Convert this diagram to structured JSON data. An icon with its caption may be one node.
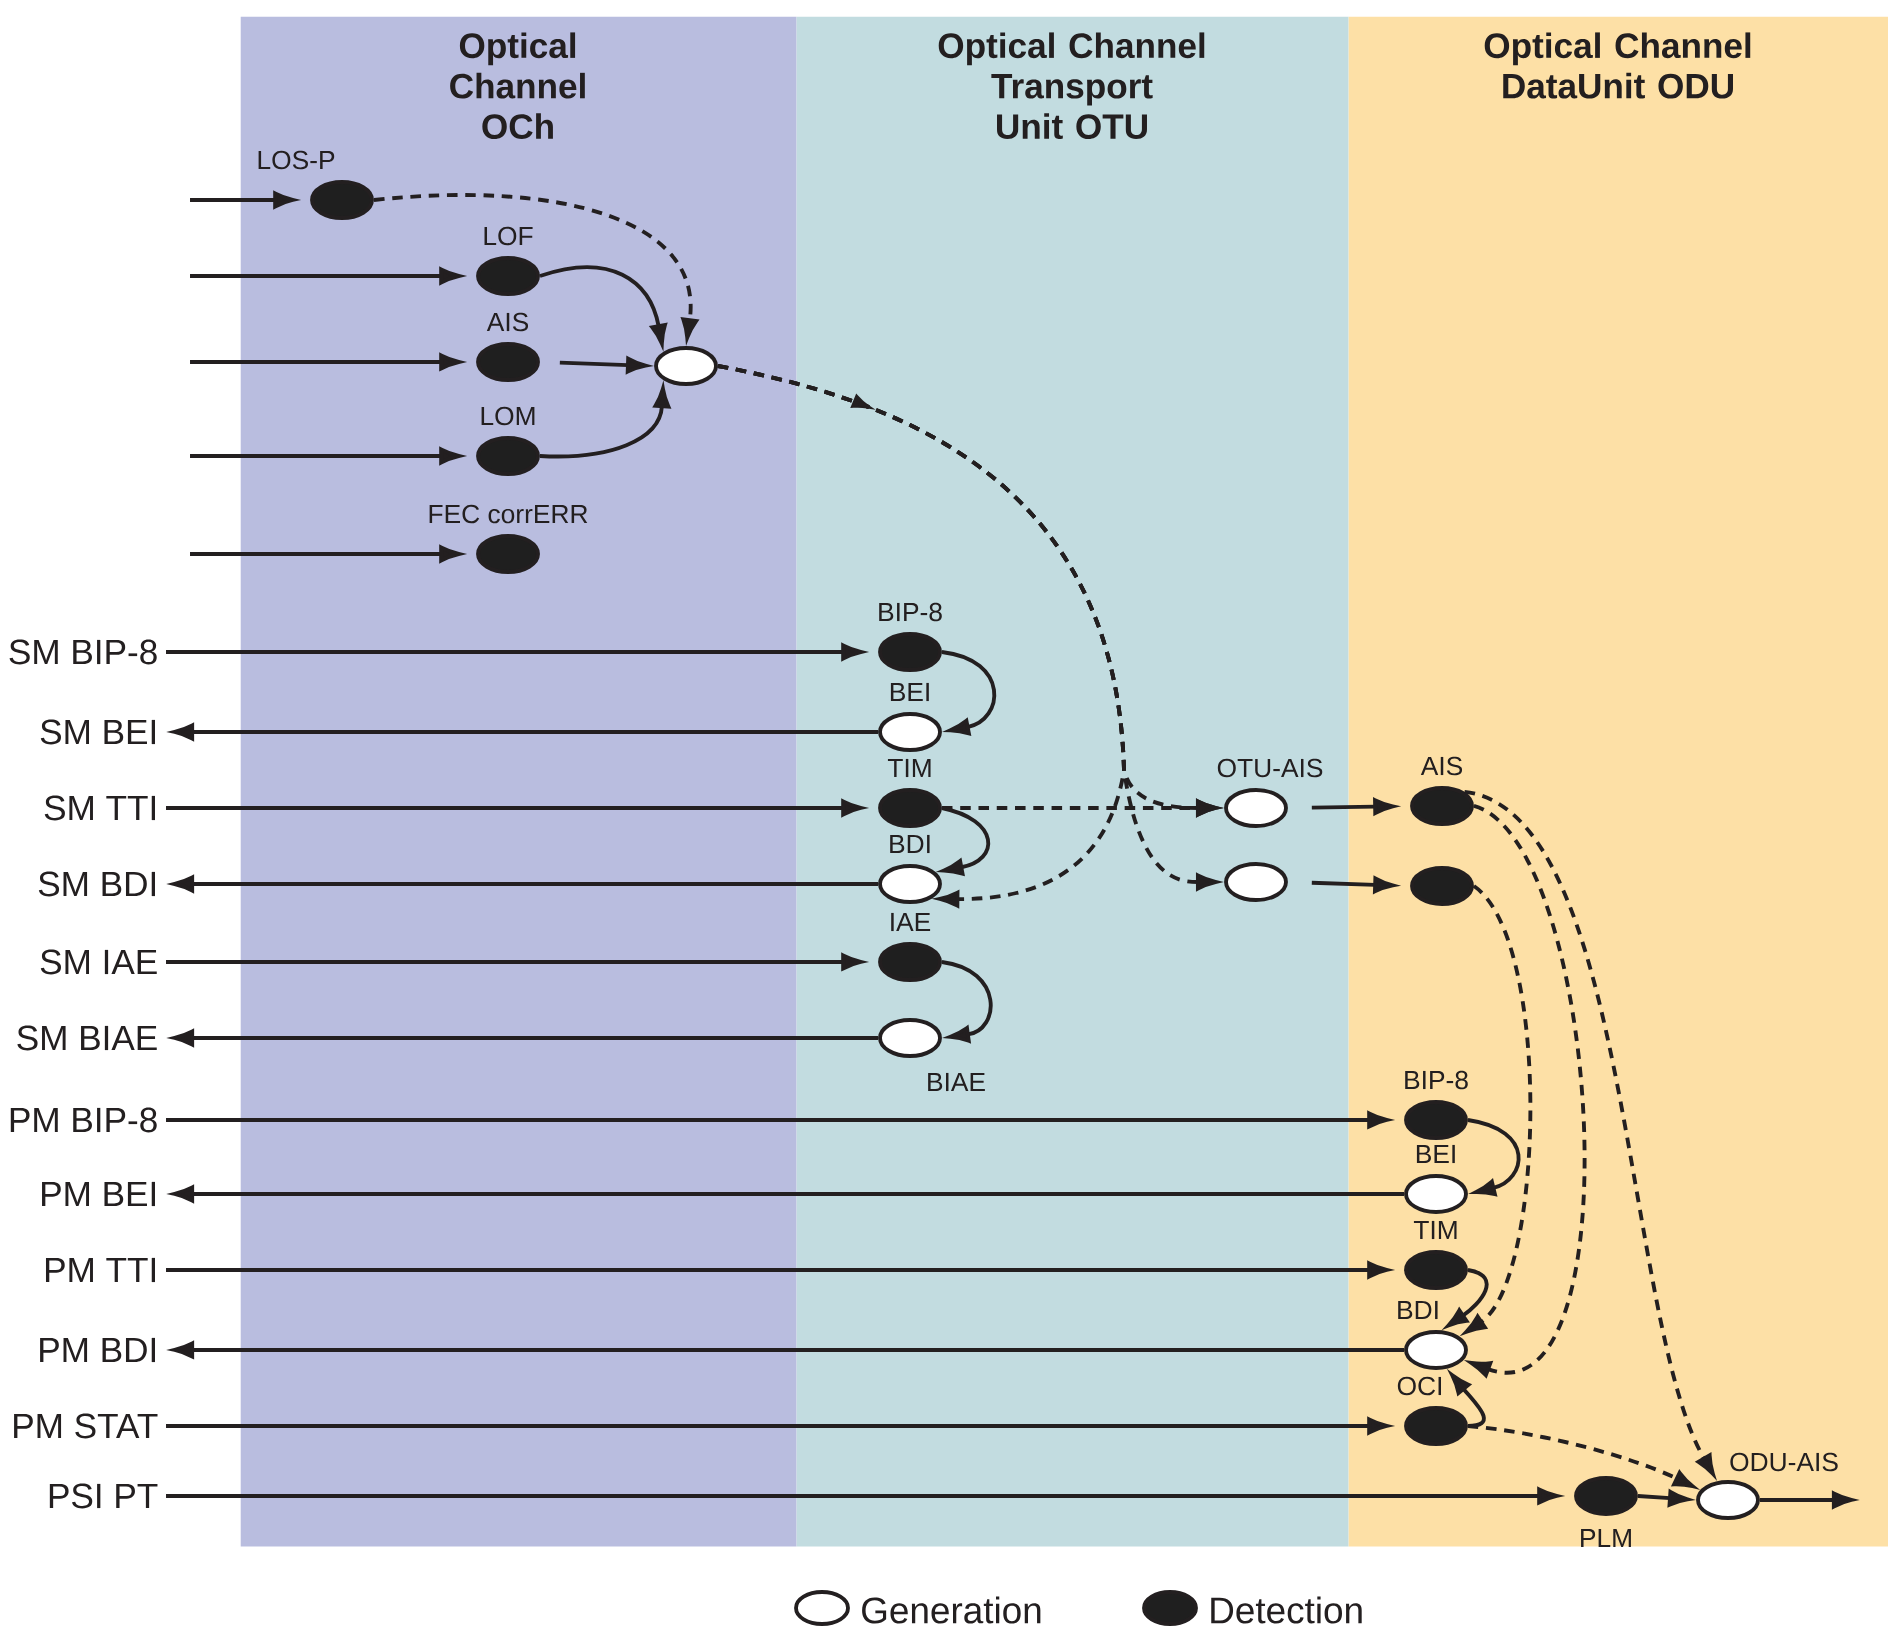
{
  "diagram": {
    "nodes": [
      {
        "text": [
          "Optical Channel OCh"
        ]
      },
      {
        "text": [
          "Optical Channel Transport Unit OTU"
        ]
      },
      {
        "text": [
          "Optical Channel DataUnit ODU"
        ]
      },
      {
        "text": [],
        "shape": "dot",
        "beside": [
          "LOS-P"
        ],
        "in": 0
      },
      {
        "text": [],
        "shape": "dot",
        "beside": [
          "LOF"
        ],
        "in": 0
      },
      {
        "text": [],
        "shape": "dot",
        "beside": [
          "AIS"
        ],
        "in": 0
      },
      {
        "text": [],
        "shape": "dot",
        "beside": [
          "LOM"
        ],
        "in": 0
      },
      {
        "text": [],
        "shape": "dot",
        "beside": [
          "FEC corrERR"
        ],
        "in": 0
      },
      {
        "text": [],
        "shape": "ellipse",
        "in": 0
      },
      {
        "text": [],
        "shape": "dot",
        "beside": [
          "BIP-8"
        ],
        "in": 1
      },
      {
        "text": [],
        "shape": "ellipse",
        "beside": [
          "BEI"
        ],
        "in": 1
      },
      {
        "text": [],
        "shape": "dot",
        "beside": [
          "TIM"
        ],
        "in": 1
      },
      {
        "text": [],
        "shape": "ellipse",
        "beside": [
          "BDI"
        ],
        "in": 1
      },
      {
        "text": [],
        "shape": "dot",
        "beside": [
          "IAE"
        ],
        "in": 1
      },
      {
        "text": [],
        "shape": "ellipse",
        "beside": [
          "BIAE"
        ],
        "in": 1
      },
      {
        "text": [],
        "shape": "ellipse",
        "beside": [
          "OTU-AIS"
        ],
        "in": 1
      },
      {
        "text": [],
        "shape": "ellipse",
        "in": 1
      },
      {
        "text": [],
        "shape": "dot",
        "beside": [
          "AIS"
        ],
        "in": 2
      },
      {
        "text": [],
        "shape": "dot",
        "in": 2
      },
      {
        "text": [],
        "shape": "dot",
        "beside": [
          "BIP-8"
        ],
        "in": 2
      },
      {
        "text": [],
        "shape": "ellipse",
        "beside": [
          "BEI"
        ],
        "in": 2
      },
      {
        "text": [],
        "shape": "dot",
        "beside": [
          "TIM"
        ],
        "in": 2
      },
      {
        "text": [],
        "shape": "ellipse",
        "beside": [
          "BDI"
        ],
        "in": 2
      },
      {
        "text": [],
        "shape": "dot",
        "beside": [
          "OCI"
        ],
        "in": 2
      },
      {
        "text": [],
        "shape": "dot",
        "beside": [
          "PLM"
        ],
        "in": 2
      },
      {
        "text": [],
        "shape": "ellipse",
        "beside": [
          "ODU-AIS"
        ],
        "in": 2
      },
      {
        "text": [
          "SM BIP-8"
        ]
      },
      {
        "text": [
          "SM BEI"
        ]
      },
      {
        "text": [
          "SM TTI"
        ]
      },
      {
        "text": [
          "SM BDI"
        ]
      },
      {
        "text": [
          "SM IAE"
        ]
      },
      {
        "text": [
          "SM BIAE"
        ]
      },
      {
        "text": [
          "PM BIP-8"
        ]
      },
      {
        "text": [
          "PM BEI"
        ]
      },
      {
        "text": [
          "PM TTI"
        ]
      },
      {
        "text": [
          "PM BDI"
        ]
      },
      {
        "text": [
          "PM STAT"
        ]
      },
      {
        "text": [
          "PSI PT"
        ]
      }
    ],
    "edges": [
      {
        "from": null,
        "to": 3,
        "arrow": "to"
      },
      {
        "from": null,
        "to": 4,
        "arrow": "to"
      },
      {
        "from": null,
        "to": 5,
        "arrow": "to"
      },
      {
        "from": null,
        "to": 6,
        "arrow": "to"
      },
      {
        "from": null,
        "to": 7,
        "arrow": "to"
      },
      {
        "from": 3,
        "to": 8,
        "arrow": "to",
        "style": "dashed"
      },
      {
        "from": 4,
        "to": 8,
        "arrow": "to"
      },
      {
        "from": 5,
        "to": 8,
        "arrow": "to"
      },
      {
        "from": 6,
        "to": 8,
        "arrow": "to"
      },
      {
        "from": 8,
        "to": 15,
        "arrow": "to",
        "style": "dashed"
      },
      {
        "from": 8,
        "to": 16,
        "arrow": "to",
        "style": "dashed"
      },
      {
        "from": 8,
        "to": 12,
        "arrow": "to",
        "style": "dashed"
      },
      {
        "from": 11,
        "to": 15,
        "arrow": "to",
        "style": "dashed"
      },
      {
        "from": 26,
        "to": 9,
        "arrow": "to"
      },
      {
        "from": 10,
        "to": 27,
        "arrow": "to"
      },
      {
        "from": 28,
        "to": 11,
        "arrow": "to"
      },
      {
        "from": 12,
        "to": 29,
        "arrow": "to"
      },
      {
        "from": 30,
        "to": 13,
        "arrow": "to"
      },
      {
        "from": 14,
        "to": 31,
        "arrow": "to"
      },
      {
        "from": 9,
        "to": 10,
        "arrow": "to"
      },
      {
        "from": 11,
        "to": 12,
        "arrow": "to"
      },
      {
        "from": 13,
        "to": 14,
        "arrow": "to"
      },
      {
        "from": 15,
        "to": 17,
        "arrow": "to"
      },
      {
        "from": 16,
        "to": 18,
        "arrow": "to"
      },
      {
        "from": 32,
        "to": 19,
        "arrow": "to"
      },
      {
        "from": 20,
        "to": 33,
        "arrow": "to"
      },
      {
        "from": 34,
        "to": 21,
        "arrow": "to"
      },
      {
        "from": 22,
        "to": 35,
        "arrow": "to"
      },
      {
        "from": 36,
        "to": 23,
        "arrow": "to"
      },
      {
        "from": 37,
        "to": 24,
        "arrow": "to"
      },
      {
        "from": 19,
        "to": 20,
        "arrow": "to"
      },
      {
        "from": 21,
        "to": 22,
        "arrow": "to"
      },
      {
        "from": 23,
        "to": 22,
        "arrow": "to"
      },
      {
        "from": 17,
        "to": 22,
        "arrow": "to",
        "style": "dashed"
      },
      {
        "from": 17,
        "to": 25,
        "arrow": "to",
        "style": "dashed"
      },
      {
        "from": 18,
        "to": 22,
        "arrow": "to",
        "style": "dashed"
      },
      {
        "from": 23,
        "to": 25,
        "arrow": "to",
        "style": "dashed"
      },
      {
        "from": 24,
        "to": 25,
        "arrow": "to"
      },
      {
        "from": 25,
        "to": null,
        "arrow": "to"
      }
    ],
    "legend": [
      {
        "text": "Generation"
      },
      {
        "text": "Detection"
      }
    ]
  }
}
